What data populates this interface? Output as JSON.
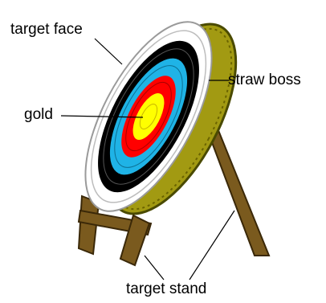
{
  "labels": {
    "target_face": "target face",
    "straw_boss": "straw boss",
    "gold": "gold",
    "target_stand": "target stand"
  },
  "colors": {
    "background": "#ffffff",
    "gold": "#ffff00",
    "red": "#ff0000",
    "blue": "#1fb3e6",
    "black": "#000000",
    "white": "#ffffff",
    "straw": "#a29a12",
    "straw_dark": "#4a4a00",
    "stand": "#7a5a1e",
    "stand_dark": "#3a2808",
    "leader_line": "#000000"
  },
  "rings": [
    "white",
    "black",
    "blue",
    "red",
    "gold"
  ]
}
